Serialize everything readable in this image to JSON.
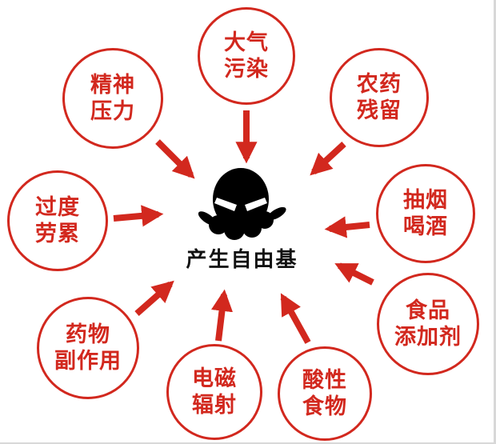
{
  "colors": {
    "accent": "#d2281e",
    "ink": "#111111",
    "background": "#ffffff"
  },
  "center": {
    "label": "产生自由基",
    "icon": "angry-blob-monster-icon"
  },
  "causes": [
    {
      "id": "air-pollution",
      "lines": [
        "大气",
        "污染"
      ]
    },
    {
      "id": "pesticide-residue",
      "lines": [
        "农药",
        "残留"
      ]
    },
    {
      "id": "smoking-drinking",
      "lines": [
        "抽烟",
        "喝酒"
      ]
    },
    {
      "id": "food-additives",
      "lines": [
        "食品",
        "添加剂"
      ]
    },
    {
      "id": "acidic-food",
      "lines": [
        "酸性",
        "食物"
      ]
    },
    {
      "id": "electromagnetic-radiation",
      "lines": [
        "电磁",
        "辐射"
      ]
    },
    {
      "id": "drug-side-effects",
      "lines": [
        "药物",
        "副作用"
      ]
    },
    {
      "id": "overwork",
      "lines": [
        "过度",
        "劳累"
      ]
    },
    {
      "id": "mental-stress",
      "lines": [
        "精神",
        "压力"
      ]
    }
  ]
}
